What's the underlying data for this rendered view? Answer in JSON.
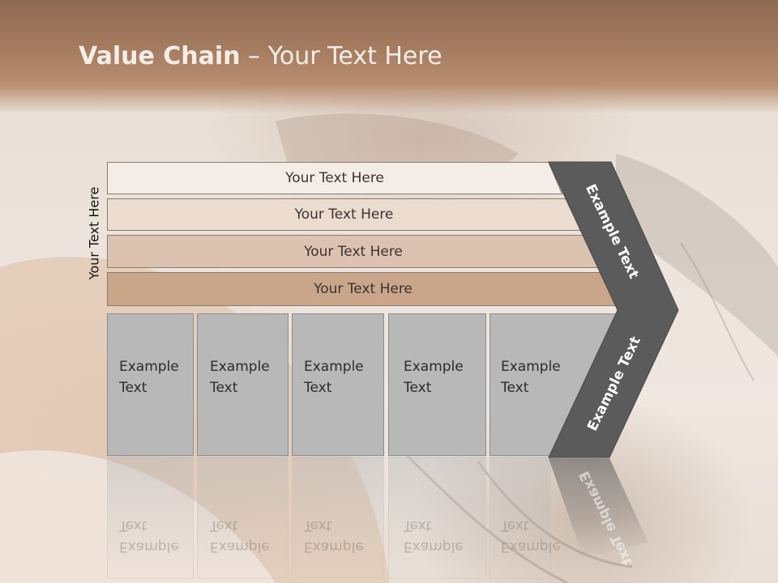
{
  "title": {
    "bold": "Value Chain",
    "rest": " – Your Text Here"
  },
  "side_label": "Your Text Here",
  "bars": [
    {
      "label": "Your Text Here"
    },
    {
      "label": "Your Text Here"
    },
    {
      "label": "Your Text Here"
    },
    {
      "label": "Your Text Here"
    }
  ],
  "boxes": [
    {
      "label": "Example\nText"
    },
    {
      "label": "Example\nText"
    },
    {
      "label": "Example\nText"
    },
    {
      "label": "Example\nText"
    },
    {
      "label": "Example\nText"
    }
  ],
  "chevron": {
    "upper_label": "Example Text",
    "lower_label": "Example Text"
  },
  "colors": {
    "bar_1": "#f4ece6",
    "bar_2": "#ecdcd0",
    "bar_3": "#dcc3b1",
    "bar_4": "#c9a589",
    "box_fill": "#b8b8b8",
    "chevron_fill": "#5b5b5b",
    "title_band": "#a67d61"
  }
}
